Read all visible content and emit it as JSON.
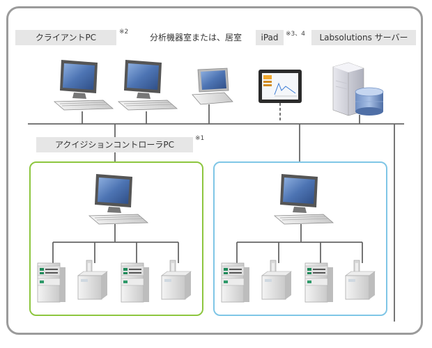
{
  "labels": {
    "client_pc": "クライアントPC",
    "client_pc_note": "※2",
    "location": "分析機器室または、居室",
    "ipad": "iPad",
    "ipad_note": "※3、4",
    "server": "Labsolutions サーバー",
    "acquisition_pc": "アクイジションコントローラPC",
    "acquisition_note": "※1"
  },
  "colors": {
    "frame_border": "#9b9b9b",
    "label_bg": "#e6e6e6",
    "line": "#666666",
    "green_group": "#8dc63f",
    "blue_group": "#7fc6e6",
    "screen_blue": "#3b5f9a"
  }
}
